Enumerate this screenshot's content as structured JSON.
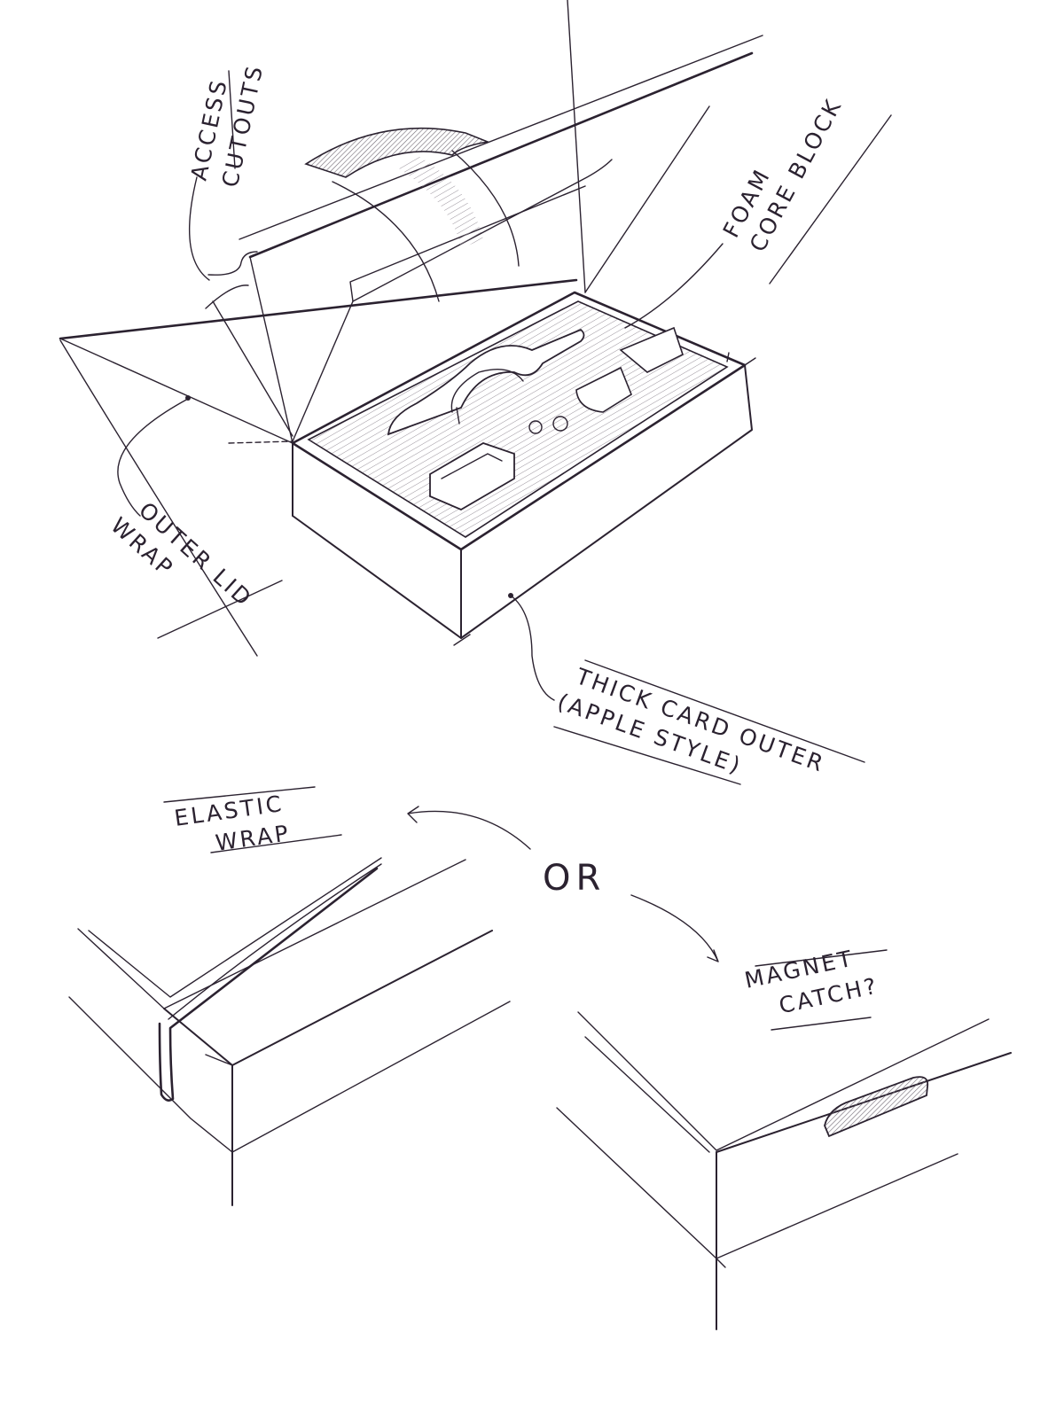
{
  "labels": {
    "access_cutouts": [
      "ACCESS",
      "CUTOUTS"
    ],
    "foam_core_block": [
      "FOAM",
      "CORE BLOCK"
    ],
    "outer_lid_wrap": [
      "OUTER LID",
      "WRAP"
    ],
    "thick_card_outer": [
      "THICK CARD OUTER",
      "(APPLE STYLE)"
    ],
    "elastic_wrap": [
      "ELASTIC",
      "WRAP"
    ],
    "or": "OR",
    "magnet_catch": [
      "MAGNET",
      "CATCH?"
    ]
  },
  "colors": {
    "ink": "#2b2230",
    "paper": "#ffffff",
    "shade": "#9a939c"
  }
}
